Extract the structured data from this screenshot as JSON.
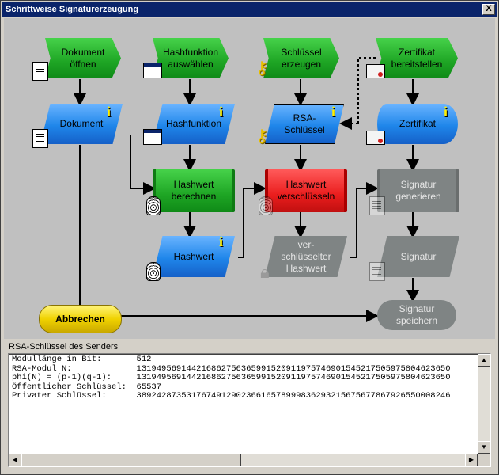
{
  "window": {
    "title": "Schrittweise Signaturerzeugung",
    "close_label": "X"
  },
  "nodes": {
    "dokument_oeffnen": "Dokument\nöffnen",
    "hashfunktion_auswaehlen": "Hashfunktion\nauswählen",
    "schluessel_erzeugen": "Schlüssel\nerzeugen",
    "zertifikat_bereitstellen": "Zertifikat\nbereitstellen",
    "dokument": "Dokument",
    "hashfunktion": "Hashfunktion",
    "rsa_schluessel": "RSA-\nSchlüssel",
    "zertifikat": "Zertifikat",
    "hashwert_berechnen": "Hashwert\nberechnen",
    "hashwert_verschluesseln": "Hashwert\nverschlüsseln",
    "signatur_generieren": "Signatur\ngenerieren",
    "hashwert": "Hashwert",
    "verschluesselter_hashwert": "ver-\nschlüsselter\nHashwert",
    "signatur": "Signatur",
    "signatur_speichern": "Signatur\nspeichern"
  },
  "info_marker": "i",
  "buttons": {
    "cancel": "Abbrechen"
  },
  "panel": {
    "label": "RSA-Schlüssel des Senders",
    "lines": [
      "Modullänge in Bit:       512",
      "RSA-Modul N:             131949569144216862756365991520911975746901545217505975804623650",
      "phi(N) = (p-1)(q-1):     131949569144216862756365991520911975746901545217505975804623650",
      "Öffentlicher Schlüssel:  65537",
      "Privater Schlüssel:      389242873531767491290236616578999836293215675677867926550008246"
    ]
  },
  "icons": [
    "document-icon",
    "window-icon",
    "key-icon",
    "certificate-icon",
    "fingerprint-icon",
    "lock-icon"
  ],
  "colors": {
    "active_green": "#1ea524",
    "active_blue": "#1f86ea",
    "active_red": "#ea1d1d",
    "inactive_gray": "#7f8484",
    "cancel_yellow": "#f0d200",
    "titlebar": "#0a246a"
  }
}
